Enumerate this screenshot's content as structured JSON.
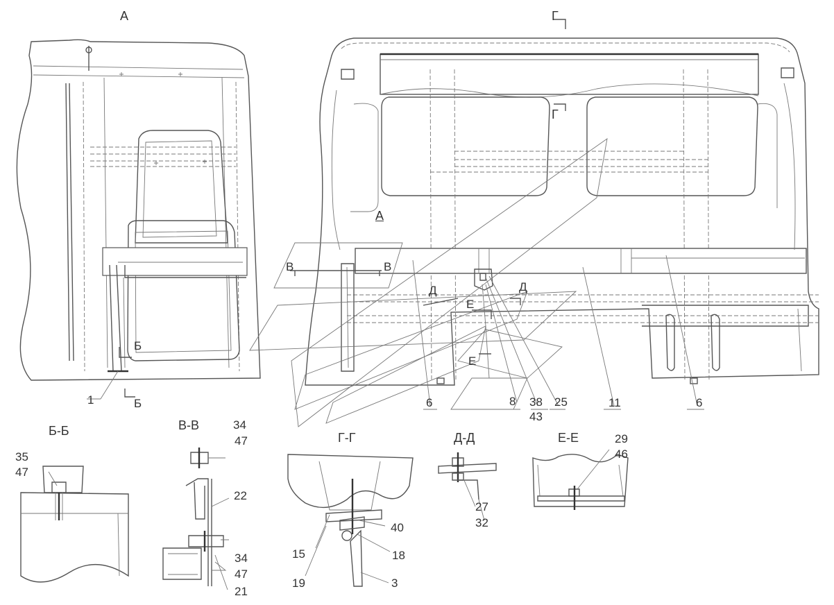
{
  "views": {
    "view_a_left": "А",
    "view_g_top": "Г",
    "view_g_mid": "Г",
    "view_a_inner": "А",
    "section_bb": "Б-Б",
    "section_vv": "В-В",
    "section_gg": "Г-Г",
    "section_dd": "Д-Д",
    "section_ee": "Е-Е"
  },
  "markers": {
    "b_mid": "Б",
    "b_low": "Б",
    "v_left": "В",
    "v_right": "В",
    "d_left": "Д",
    "d_right": "Д",
    "e_upper": "Е",
    "e_lower": "Е"
  },
  "callouts": {
    "c1": "1",
    "c6a": "6",
    "c8": "8",
    "c38": "38",
    "c43": "43",
    "c25": "25",
    "c11": "11",
    "c6b": "6",
    "c35": "35",
    "c47a": "47",
    "c34a": "34",
    "c47b": "47",
    "c22": "22",
    "c34b": "34",
    "c47c": "47",
    "c21": "21",
    "c40": "40",
    "c15": "15",
    "c18": "18",
    "c19": "19",
    "c3": "3",
    "c27": "27",
    "c32": "32",
    "c29": "29",
    "c46": "46"
  }
}
